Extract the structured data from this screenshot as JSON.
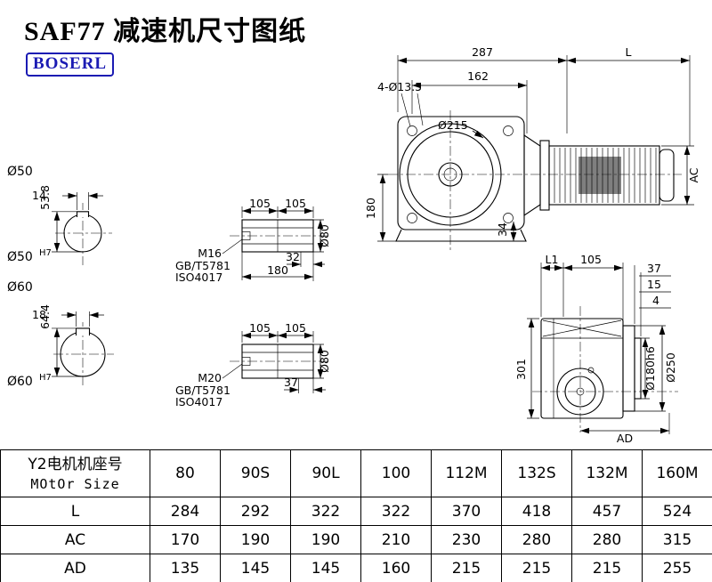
{
  "header": {
    "title": "SAF77 减速机尺寸图纸",
    "logo": "BOSERL",
    "brand_color": "#1b1bb3"
  },
  "front_view": {
    "dim_287": "287",
    "dim_L": "L",
    "dim_162": "162",
    "holes": "4-Ø13.5",
    "flange_dia": "Ø215",
    "dim_180": "180",
    "dim_34": "34",
    "dim_AC": "AC"
  },
  "sections": {
    "small": {
      "bore": "Ø50",
      "bore_tol": "H7",
      "key_width": "14",
      "key_height": "53.8"
    },
    "large": {
      "bore": "Ø60",
      "bore_tol": "H7",
      "key_width": "18",
      "key_height": "64.4"
    }
  },
  "details": {
    "top": {
      "dim_a": "105",
      "dim_b": "105",
      "thread": "M16",
      "std1": "GB/T5781",
      "std2": "ISO4017",
      "dim_c": "32",
      "dim_len": "180",
      "dia": "Ø80"
    },
    "bottom": {
      "dim_a": "105",
      "dim_b": "105",
      "thread": "M20",
      "std1": "GB/T5781",
      "std2": "ISO4017",
      "dim_c": "37",
      "dia": "Ø80"
    }
  },
  "side_view": {
    "dim_L1": "L1",
    "dim_105": "105",
    "dim_37": "37",
    "dim_15": "15",
    "dim_4": "4",
    "dim_301": "301",
    "dia_spigot": "Ø180h6",
    "dia_flange": "Ø250",
    "dim_AD": "AD"
  },
  "table": {
    "header_cn": "Y2电机机座号",
    "header_en": "MOtOr Size",
    "sizes": [
      "80",
      "90S",
      "90L",
      "100",
      "112M",
      "132S",
      "132M",
      "160M"
    ],
    "rows": [
      {
        "label": "L",
        "values": [
          "284",
          "292",
          "322",
          "322",
          "370",
          "418",
          "457",
          "524"
        ]
      },
      {
        "label": "AC",
        "values": [
          "170",
          "190",
          "190",
          "210",
          "230",
          "280",
          "280",
          "315"
        ]
      },
      {
        "label": "AD",
        "values": [
          "135",
          "145",
          "145",
          "160",
          "215",
          "215",
          "215",
          "255"
        ]
      }
    ]
  }
}
